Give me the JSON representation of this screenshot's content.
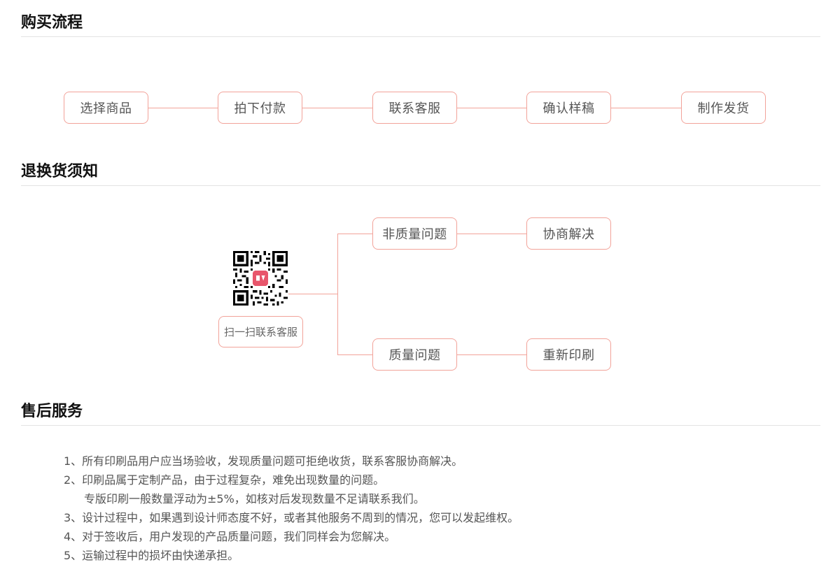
{
  "sections": {
    "purchase": "购买流程",
    "returns": "退换货须知",
    "aftersale": "售后服务"
  },
  "purchase_steps": [
    "选择商品",
    "拍下付款",
    "联系客服",
    "确认样稿",
    "制作发货"
  ],
  "returns": {
    "scan_label": "扫一扫联系客服",
    "non_quality": "非质量问题",
    "negotiate": "协商解决",
    "quality": "质量问题",
    "reprint": "重新印刷"
  },
  "aftersale_items": [
    "1、所有印刷品用户应当场验收，发现质量问题可拒绝收货，联系客服协商解决。",
    "2、印刷品属于定制产品，由于过程复杂，难免出现数量的问题。",
    "专版印刷一般数量浮动为±5%，如核对后发现数量不足请联系我们。",
    "3、设计过程中，如果遇到设计师态度不好，或者其他服务不周到的情况，您可以发起维权。",
    "4、对于签收后，用户发现的产品质量问题，我们同样会为您解决。",
    "5、运输过程中的损坏由快递承担。"
  ],
  "colors": {
    "accent": "#f2a39a",
    "qr_badge": "#e8566c"
  },
  "icons": {
    "qr": "qr-code-icon"
  }
}
